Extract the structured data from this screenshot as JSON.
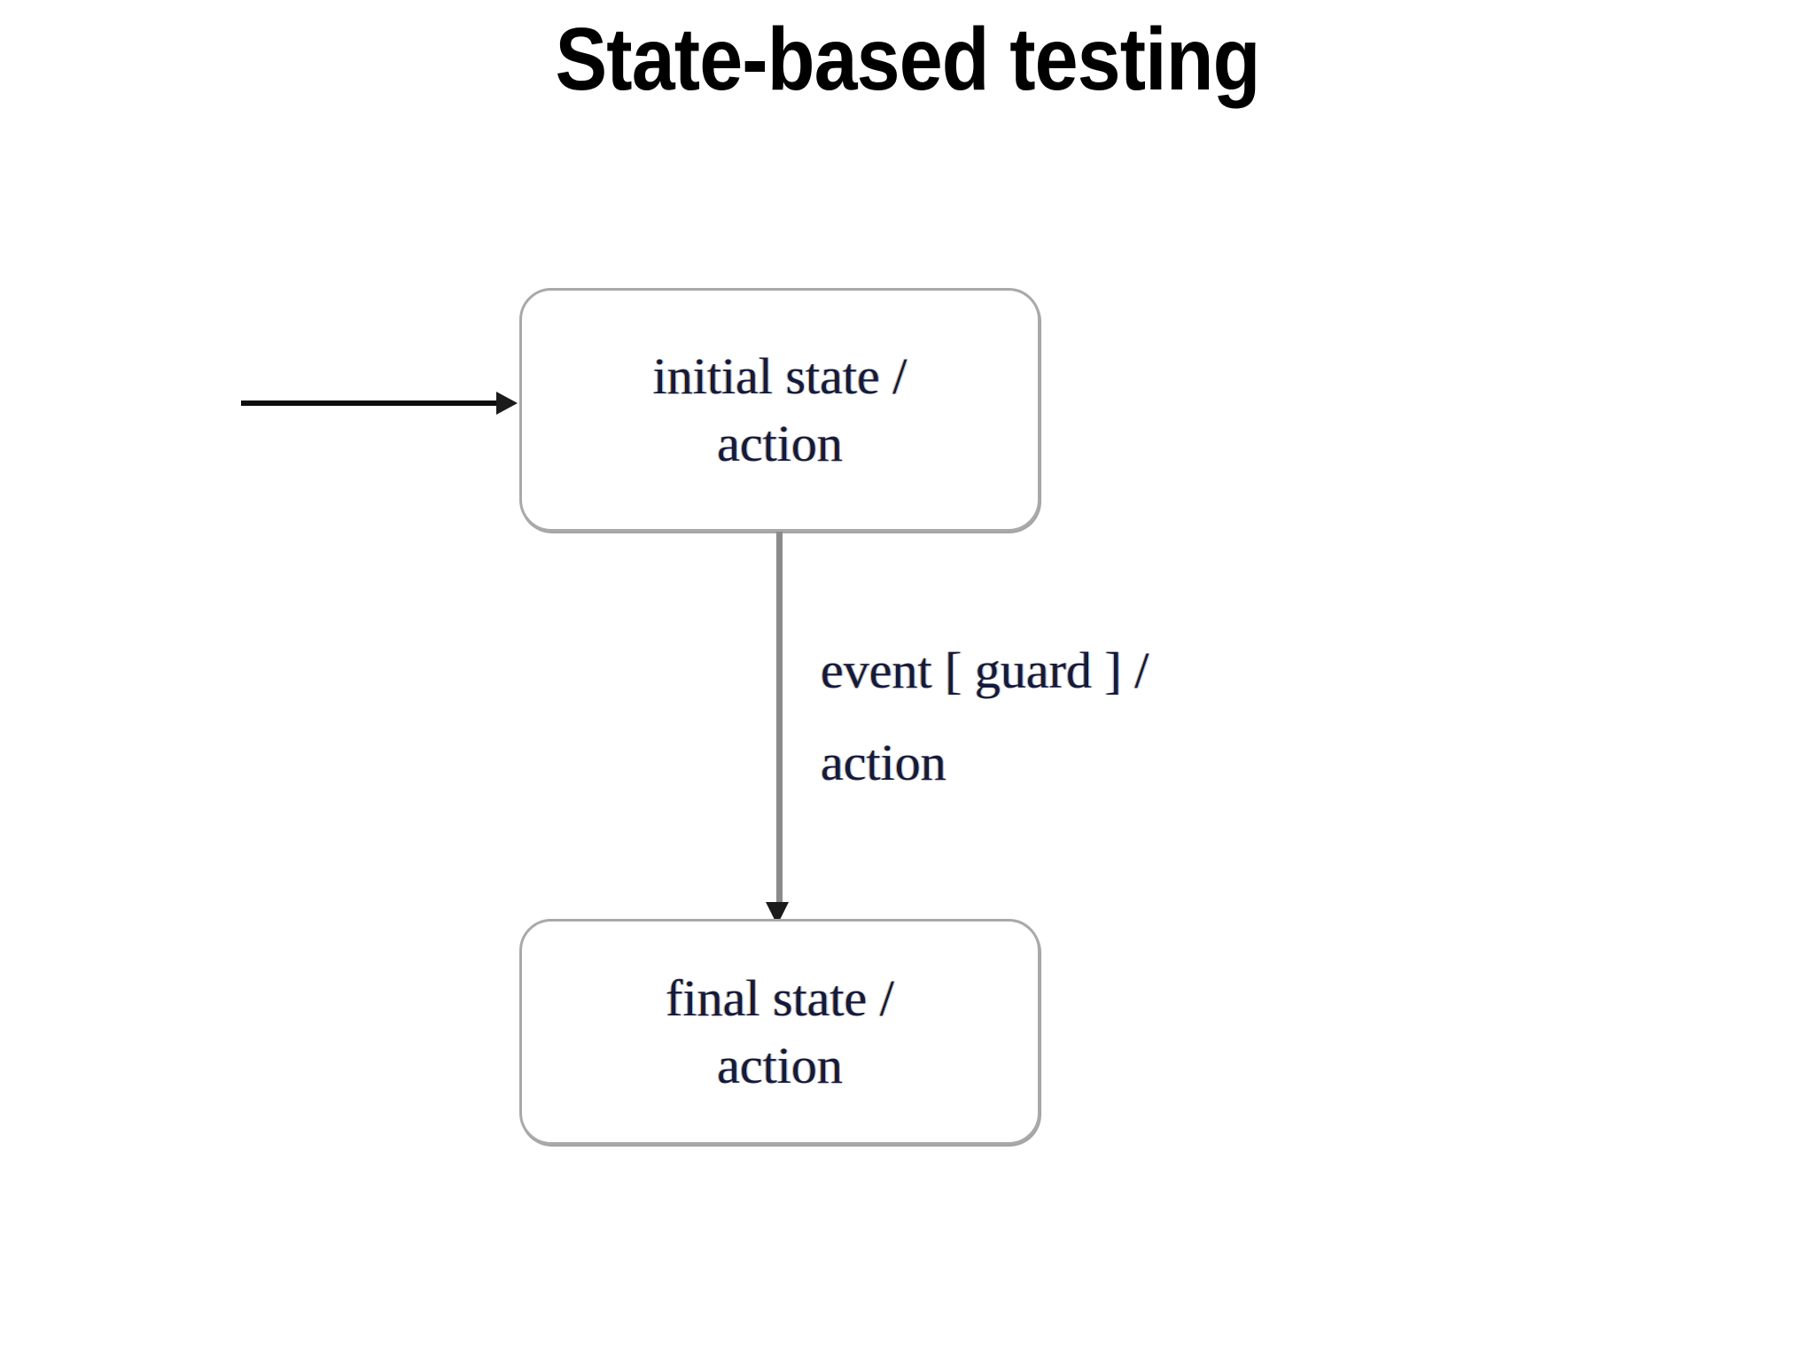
{
  "slide": {
    "title": "State-based testing",
    "background_color": "#ffffff"
  },
  "diagram": {
    "type": "uml-state-machine",
    "text_color": "#141a3c",
    "box_border_color": "#a9a9a9",
    "connector_color": "#8b8b8b",
    "entry_arrow_color": "#0d0d0d",
    "states": [
      {
        "id": "initial-state",
        "line1": "initial state /",
        "line2": "action"
      },
      {
        "id": "final-state",
        "line1": "final state /",
        "line2": "action"
      }
    ],
    "transition": {
      "from": "initial-state",
      "to": "final-state",
      "line1": "event [ guard ] /",
      "line2": "action"
    },
    "entry_arrow": {
      "label": "",
      "target": "initial-state"
    }
  }
}
